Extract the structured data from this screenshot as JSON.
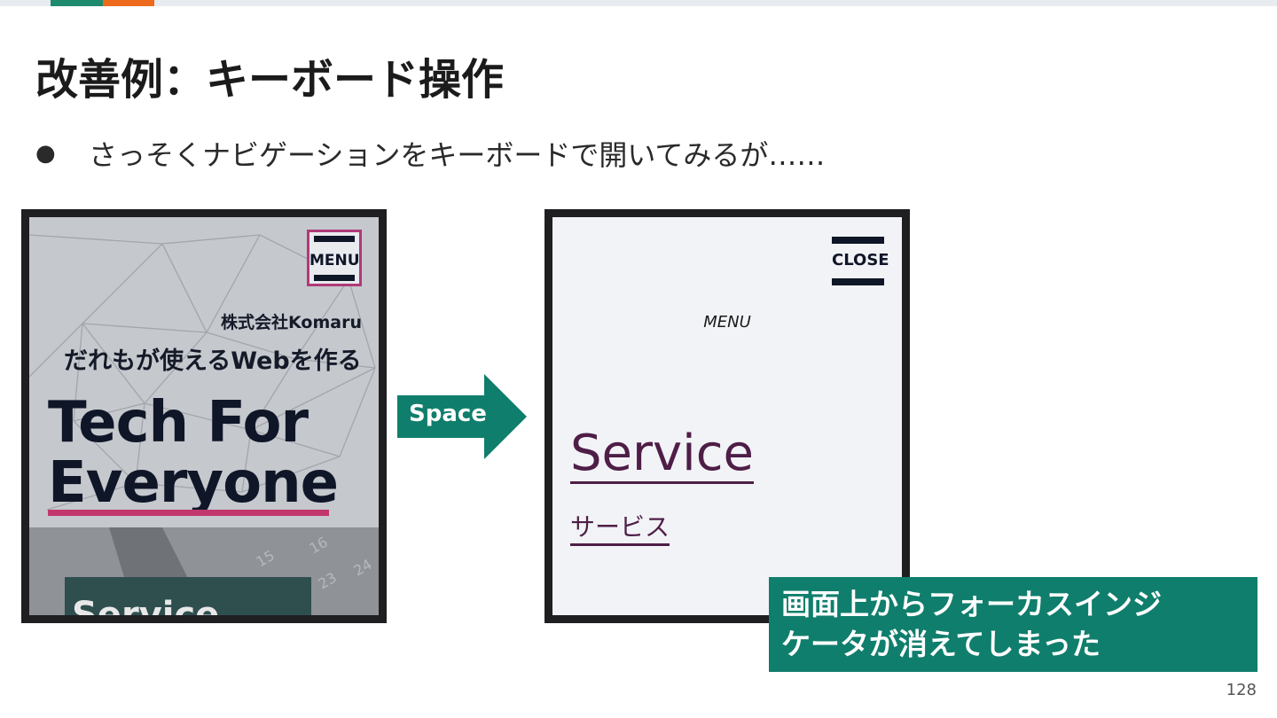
{
  "slide": {
    "title": "改善例：キーボード操作",
    "bullet": "さっそくナビゲーションをキーボードで開いてみるが……",
    "bullet_marker": "●",
    "page_number": "128"
  },
  "left_phone": {
    "menu_label": "MENU",
    "company": "株式会社Komaru",
    "tagline": "だれもが使えるWebを作る",
    "hero_line1": "Tech For",
    "hero_line2": "Everyone",
    "service_peek": "Service"
  },
  "arrow": {
    "label": "Space"
  },
  "right_phone": {
    "close_label": "CLOSE",
    "menu_caption": "MENU",
    "service_link": "Service",
    "service_link_jp": "サービス"
  },
  "callout": {
    "text_line1": "画面上からフォーカスインジ",
    "text_line2": "ケータが消えてしまった"
  },
  "colors": {
    "accent_teal": "#107e6c",
    "accent_orange": "#ee6b1d",
    "accent_green": "#1e8b6e",
    "focus_pink": "#b03a78",
    "link_purple": "#4e1e47",
    "navy": "#0f1627"
  },
  "icons": {
    "menu": "hamburger-icon",
    "close": "close-icon",
    "arrow": "right-arrow-icon"
  }
}
